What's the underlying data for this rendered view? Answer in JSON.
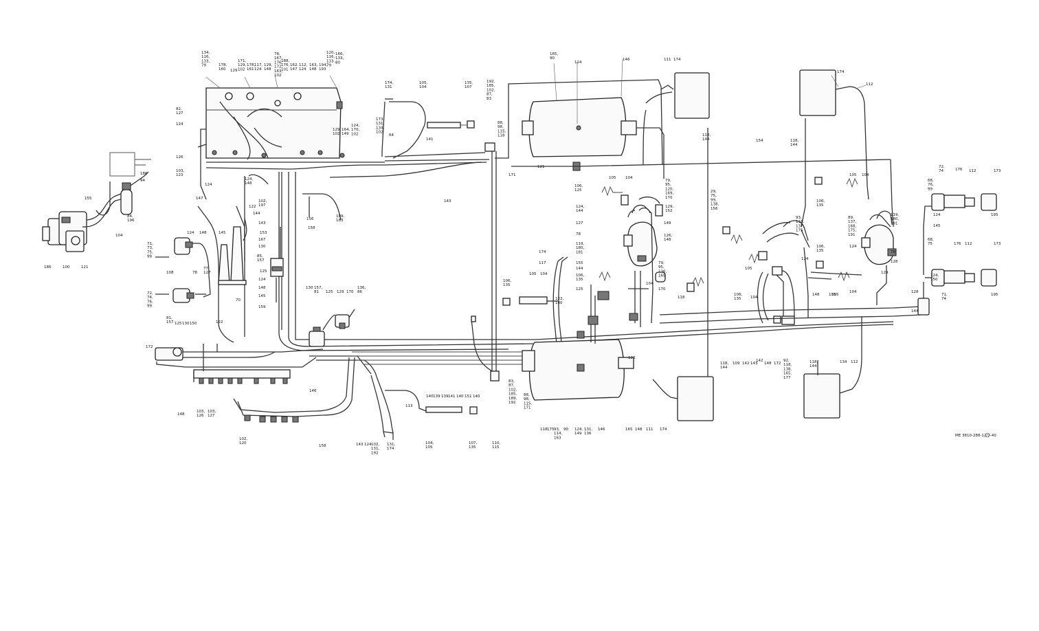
{
  "figure_id": "ME 3810-288-12/7-40",
  "callouts": [
    {
      "id": "c01",
      "lines": [
        "134,",
        "116,",
        "133,",
        "79"
      ]
    },
    {
      "id": "c02",
      "lines": [
        "178,",
        "160"
      ]
    },
    {
      "id": "c03",
      "lines": [
        "129"
      ]
    },
    {
      "id": "c04",
      "lines": [
        "171,",
        "129,",
        "102"
      ]
    },
    {
      "id": "c05",
      "lines": [
        "178,",
        "161"
      ]
    },
    {
      "id": "c06",
      "lines": [
        "117,",
        "124"
      ]
    },
    {
      "id": "c07",
      "lines": [
        "129,",
        "148"
      ]
    },
    {
      "id": "c08",
      "lines": [
        "78,",
        "167,",
        "176,",
        "172,",
        "163,",
        "102"
      ]
    },
    {
      "id": "c09",
      "lines": [
        "188,",
        "176,",
        "101"
      ]
    },
    {
      "id": "c10",
      "lines": [
        "162,",
        "147"
      ]
    },
    {
      "id": "c11",
      "lines": [
        "112,",
        "124"
      ]
    },
    {
      "id": "c12",
      "lines": [
        "163,",
        "148"
      ]
    },
    {
      "id": "c13",
      "lines": [
        "120,",
        "116,",
        "133,",
        "79"
      ]
    },
    {
      "id": "c14",
      "lines": [
        "194,",
        "193"
      ]
    },
    {
      "id": "c15",
      "lines": [
        "166,",
        "133,",
        "80"
      ]
    },
    {
      "id": "c16",
      "lines": [
        "82,",
        "127"
      ]
    },
    {
      "id": "c17",
      "lines": [
        "124"
      ]
    },
    {
      "id": "c18",
      "lines": [
        "126"
      ]
    },
    {
      "id": "c19",
      "lines": [
        "103,",
        "123"
      ]
    },
    {
      "id": "c20",
      "lines": [
        "124"
      ]
    },
    {
      "id": "c21",
      "lines": [
        "124,",
        "148"
      ]
    },
    {
      "id": "c22",
      "lines": [
        "129,",
        "102"
      ]
    },
    {
      "id": "c23",
      "lines": [
        "164,",
        "149"
      ]
    },
    {
      "id": "c24",
      "lines": [
        "124,",
        "170,",
        "102"
      ]
    },
    {
      "id": "c25",
      "lines": [
        "173,",
        "131,",
        "134,",
        "102"
      ]
    },
    {
      "id": "c26",
      "lines": [
        "64"
      ]
    },
    {
      "id": "c27",
      "lines": [
        "174,",
        "131"
      ]
    },
    {
      "id": "c28",
      "lines": [
        "105,",
        "104"
      ]
    },
    {
      "id": "c29",
      "lines": [
        "135,",
        "107"
      ]
    },
    {
      "id": "c30",
      "lines": [
        "141"
      ]
    },
    {
      "id": "c31",
      "lines": [
        "143"
      ]
    },
    {
      "id": "c32",
      "lines": [
        "192,",
        "185,",
        "102,",
        "87,",
        "83"
      ]
    },
    {
      "id": "c33",
      "lines": [
        "88,",
        "98,",
        "115,",
        "118"
      ]
    },
    {
      "id": "c34",
      "lines": [
        "171"
      ]
    },
    {
      "id": "c35",
      "lines": [
        "147"
      ]
    },
    {
      "id": "c36",
      "lines": [
        "102,",
        "197"
      ]
    },
    {
      "id": "c37",
      "lines": [
        "156"
      ]
    },
    {
      "id": "c38",
      "lines": [
        "109,",
        "183"
      ]
    },
    {
      "id": "c39",
      "lines": [
        "122"
      ]
    },
    {
      "id": "c40",
      "lines": [
        "144"
      ]
    },
    {
      "id": "c41",
      "lines": [
        "143"
      ]
    },
    {
      "id": "c42",
      "lines": [
        "158"
      ]
    },
    {
      "id": "c43",
      "lines": [
        "145"
      ]
    },
    {
      "id": "c44",
      "lines": [
        "153"
      ]
    },
    {
      "id": "c45",
      "lines": [
        "167"
      ]
    },
    {
      "id": "c46",
      "lines": [
        "130"
      ]
    },
    {
      "id": "c47",
      "lines": [
        "85,",
        "157"
      ]
    },
    {
      "id": "c48",
      "lines": [
        "125"
      ]
    },
    {
      "id": "c49",
      "lines": [
        "124"
      ]
    },
    {
      "id": "c50",
      "lines": [
        "148"
      ]
    },
    {
      "id": "c51",
      "lines": [
        "145"
      ]
    },
    {
      "id": "c52",
      "lines": [
        "159"
      ]
    },
    {
      "id": "c53",
      "lines": [
        "70"
      ]
    },
    {
      "id": "c54",
      "lines": [
        "155"
      ]
    },
    {
      "id": "c55",
      "lines": [
        "186"
      ]
    },
    {
      "id": "c56",
      "lines": [
        "94"
      ]
    },
    {
      "id": "c57",
      "lines": [
        "84,",
        "196"
      ]
    },
    {
      "id": "c58",
      "lines": [
        "104"
      ]
    },
    {
      "id": "c59",
      "lines": [
        "186"
      ]
    },
    {
      "id": "c60",
      "lines": [
        "100"
      ]
    },
    {
      "id": "c61",
      "lines": [
        "121"
      ]
    },
    {
      "id": "c62",
      "lines": [
        "71,",
        "73,",
        "75,",
        "99"
      ]
    },
    {
      "id": "c63",
      "lines": [
        "124"
      ]
    },
    {
      "id": "c64",
      "lines": [
        "148"
      ]
    },
    {
      "id": "c65",
      "lines": [
        "108"
      ]
    },
    {
      "id": "c66",
      "lines": [
        "78"
      ]
    },
    {
      "id": "c67",
      "lines": [
        "77,",
        "127"
      ]
    },
    {
      "id": "c68",
      "lines": [
        "72,",
        "74,",
        "76,",
        "99"
      ]
    },
    {
      "id": "c69",
      "lines": [
        "81,",
        "157"
      ]
    },
    {
      "id": "c70",
      "lines": [
        "125"
      ]
    },
    {
      "id": "c71",
      "lines": [
        "130"
      ]
    },
    {
      "id": "c72",
      "lines": [
        "150"
      ]
    },
    {
      "id": "c73",
      "lines": [
        "122"
      ]
    },
    {
      "id": "c74",
      "lines": [
        "172"
      ]
    },
    {
      "id": "c75",
      "lines": [
        "148"
      ]
    },
    {
      "id": "c76",
      "lines": [
        "103,",
        "126"
      ]
    },
    {
      "id": "c77",
      "lines": [
        "103,",
        "127"
      ]
    },
    {
      "id": "c78",
      "lines": [
        "102,",
        "120"
      ]
    },
    {
      "id": "c79",
      "lines": [
        "130"
      ]
    },
    {
      "id": "c80",
      "lines": [
        "157,",
        "81"
      ]
    },
    {
      "id": "c81",
      "lines": [
        "125"
      ]
    },
    {
      "id": "c82",
      "lines": [
        "129"
      ]
    },
    {
      "id": "c83",
      "lines": [
        "170"
      ]
    },
    {
      "id": "c84",
      "lines": [
        "136,",
        "86"
      ]
    },
    {
      "id": "c85",
      "lines": [
        "146"
      ]
    },
    {
      "id": "c86",
      "lines": [
        "158"
      ]
    },
    {
      "id": "c87",
      "lines": [
        "143"
      ]
    },
    {
      "id": "c88",
      "lines": [
        "124"
      ]
    },
    {
      "id": "c89",
      "lines": [
        "102,",
        "131,",
        "192"
      ]
    },
    {
      "id": "c90",
      "lines": [
        "131,",
        "174"
      ]
    },
    {
      "id": "c91",
      "lines": [
        "113"
      ]
    },
    {
      "id": "c92",
      "lines": [
        "104,",
        "105"
      ]
    },
    {
      "id": "c93",
      "lines": [
        "107,",
        "135"
      ]
    },
    {
      "id": "c94",
      "lines": [
        "140"
      ]
    },
    {
      "id": "c95",
      "lines": [
        "139"
      ]
    },
    {
      "id": "c96",
      "lines": [
        "139"
      ]
    },
    {
      "id": "c97",
      "lines": [
        "141"
      ]
    },
    {
      "id": "c98",
      "lines": [
        "140"
      ]
    },
    {
      "id": "c99",
      "lines": [
        "151"
      ]
    },
    {
      "id": "c100",
      "lines": [
        "140"
      ]
    },
    {
      "id": "c101",
      "lines": [
        "110,",
        "115"
      ]
    },
    {
      "id": "c102",
      "lines": [
        "83,",
        "87,",
        "102,",
        "185,",
        "189,",
        "192"
      ]
    },
    {
      "id": "c103",
      "lines": [
        "88,",
        "98,",
        "115,",
        "171"
      ]
    },
    {
      "id": "c104",
      "lines": [
        "118"
      ]
    },
    {
      "id": "c105",
      "lines": [
        "175"
      ]
    },
    {
      "id": "c106",
      "lines": [
        "93,",
        "114,",
        "163"
      ]
    },
    {
      "id": "c107",
      "lines": [
        "90"
      ]
    },
    {
      "id": "c108",
      "lines": [
        "124,",
        "149"
      ]
    },
    {
      "id": "c109",
      "lines": [
        "131,",
        "136"
      ]
    },
    {
      "id": "c110",
      "lines": [
        "146"
      ]
    },
    {
      "id": "c111",
      "lines": [
        "165"
      ]
    },
    {
      "id": "c112",
      "lines": [
        "148"
      ]
    },
    {
      "id": "c113",
      "lines": [
        "111"
      ]
    },
    {
      "id": "c114",
      "lines": [
        "174"
      ]
    },
    {
      "id": "c115",
      "lines": [
        "165,",
        "90"
      ]
    },
    {
      "id": "c116",
      "lines": [
        "124"
      ]
    },
    {
      "id": "c117",
      "lines": [
        "146"
      ]
    },
    {
      "id": "c118",
      "lines": [
        "111"
      ]
    },
    {
      "id": "c119",
      "lines": [
        "174"
      ]
    },
    {
      "id": "c120",
      "lines": [
        "118,",
        "144"
      ]
    },
    {
      "id": "c121",
      "lines": [
        "121"
      ]
    },
    {
      "id": "c122",
      "lines": [
        "154"
      ]
    },
    {
      "id": "c123",
      "lines": [
        "106,",
        "125"
      ]
    },
    {
      "id": "c124",
      "lines": [
        "105"
      ]
    },
    {
      "id": "c125",
      "lines": [
        "104"
      ]
    },
    {
      "id": "c126",
      "lines": [
        "79,",
        "95,",
        "120,",
        "169,",
        "170"
      ]
    },
    {
      "id": "c127",
      "lines": [
        "124,",
        "144"
      ]
    },
    {
      "id": "c128",
      "lines": [
        "127"
      ]
    },
    {
      "id": "c129",
      "lines": [
        "78"
      ]
    },
    {
      "id": "c130",
      "lines": [
        "119,",
        "180,",
        "181"
      ]
    },
    {
      "id": "c131",
      "lines": [
        "155"
      ]
    },
    {
      "id": "c132",
      "lines": [
        "144"
      ]
    },
    {
      "id": "c133",
      "lines": [
        "106,",
        "135"
      ]
    },
    {
      "id": "c134",
      "lines": [
        "125"
      ]
    },
    {
      "id": "c135",
      "lines": [
        "129,",
        "152"
      ]
    },
    {
      "id": "c136",
      "lines": [
        "149"
      ]
    },
    {
      "id": "c137",
      "lines": [
        "126,",
        "148"
      ]
    },
    {
      "id": "c138",
      "lines": [
        "79,",
        "95,",
        "136,",
        "169"
      ]
    },
    {
      "id": "c139",
      "lines": [
        "104"
      ]
    },
    {
      "id": "c140",
      "lines": [
        "170"
      ]
    },
    {
      "id": "c141",
      "lines": [
        "118"
      ]
    },
    {
      "id": "c142",
      "lines": [
        "29,",
        "75,",
        "99,",
        "138,",
        "156"
      ]
    },
    {
      "id": "c143",
      "lines": [
        "105"
      ]
    },
    {
      "id": "c144",
      "lines": [
        "106,",
        "135"
      ]
    },
    {
      "id": "c145",
      "lines": [
        "174"
      ]
    },
    {
      "id": "c146",
      "lines": [
        "117"
      ]
    },
    {
      "id": "c147",
      "lines": [
        "105"
      ]
    },
    {
      "id": "c148",
      "lines": [
        "104"
      ]
    },
    {
      "id": "c149",
      "lines": [
        "106,",
        "135"
      ]
    },
    {
      "id": "c150",
      "lines": [
        "122,",
        "180"
      ]
    },
    {
      "id": "c151",
      "lines": [
        "122"
      ]
    },
    {
      "id": "c152",
      "lines": [
        "118,",
        "144"
      ]
    },
    {
      "id": "c153",
      "lines": [
        "109"
      ]
    },
    {
      "id": "c154",
      "lines": [
        "142"
      ]
    },
    {
      "id": "c155",
      "lines": [
        "143"
      ]
    },
    {
      "id": "c156",
      "lines": [
        "142"
      ]
    },
    {
      "id": "c157",
      "lines": [
        "148"
      ]
    },
    {
      "id": "c158",
      "lines": [
        "172"
      ]
    },
    {
      "id": "c159",
      "lines": [
        "92,",
        "118,",
        "138,",
        "165,",
        "177"
      ]
    },
    {
      "id": "c160",
      "lines": [
        "104"
      ]
    },
    {
      "id": "c161",
      "lines": [
        "105"
      ]
    },
    {
      "id": "c162",
      "lines": [
        "174"
      ]
    },
    {
      "id": "c163",
      "lines": [
        "112"
      ]
    },
    {
      "id": "c164",
      "lines": [
        "118,",
        "144"
      ]
    },
    {
      "id": "c165",
      "lines": [
        "106,",
        "135"
      ]
    },
    {
      "id": "c166",
      "lines": [
        "105"
      ]
    },
    {
      "id": "c167",
      "lines": [
        "104"
      ]
    },
    {
      "id": "c168",
      "lines": [
        "93,",
        "118,",
        "137,",
        "175"
      ]
    },
    {
      "id": "c169",
      "lines": [
        "124"
      ]
    },
    {
      "id": "c170",
      "lines": [
        "89,",
        "137,",
        "168,",
        "175,",
        "191"
      ]
    },
    {
      "id": "c171",
      "lines": [
        "124"
      ]
    },
    {
      "id": "c172",
      "lines": [
        "106,",
        "135"
      ]
    },
    {
      "id": "c173",
      "lines": [
        "148"
      ]
    },
    {
      "id": "c174",
      "lines": [
        "105"
      ]
    },
    {
      "id": "c175",
      "lines": [
        "104"
      ]
    },
    {
      "id": "c176",
      "lines": [
        "129"
      ]
    },
    {
      "id": "c177",
      "lines": [
        "119,",
        "180,",
        "181"
      ]
    },
    {
      "id": "c178",
      "lines": [
        "78"
      ]
    },
    {
      "id": "c179",
      "lines": [
        "128"
      ]
    },
    {
      "id": "c180",
      "lines": [
        "118,",
        "144"
      ]
    },
    {
      "id": "c181",
      "lines": [
        "134"
      ]
    },
    {
      "id": "c182",
      "lines": [
        "112"
      ]
    },
    {
      "id": "c183",
      "lines": [
        "68,",
        "76,",
        "99"
      ]
    },
    {
      "id": "c184",
      "lines": [
        "72,",
        "74"
      ]
    },
    {
      "id": "c185",
      "lines": [
        "176"
      ]
    },
    {
      "id": "c186",
      "lines": [
        "112"
      ]
    },
    {
      "id": "c187",
      "lines": [
        "173"
      ]
    },
    {
      "id": "c188",
      "lines": [
        "124"
      ]
    },
    {
      "id": "c189",
      "lines": [
        "145"
      ]
    },
    {
      "id": "c190",
      "lines": [
        "195"
      ]
    },
    {
      "id": "c191",
      "lines": [
        "68,",
        "75"
      ]
    },
    {
      "id": "c192",
      "lines": [
        "176"
      ]
    },
    {
      "id": "c193",
      "lines": [
        "112"
      ]
    },
    {
      "id": "c194",
      "lines": [
        "173"
      ]
    },
    {
      "id": "c195",
      "lines": [
        "124,",
        "150"
      ]
    },
    {
      "id": "c196",
      "lines": [
        "71,",
        "74"
      ]
    },
    {
      "id": "c197",
      "lines": [
        "195"
      ]
    },
    {
      "id": "c198",
      "lines": [
        "128"
      ]
    },
    {
      "id": "c199",
      "lines": [
        "144"
      ]
    }
  ]
}
